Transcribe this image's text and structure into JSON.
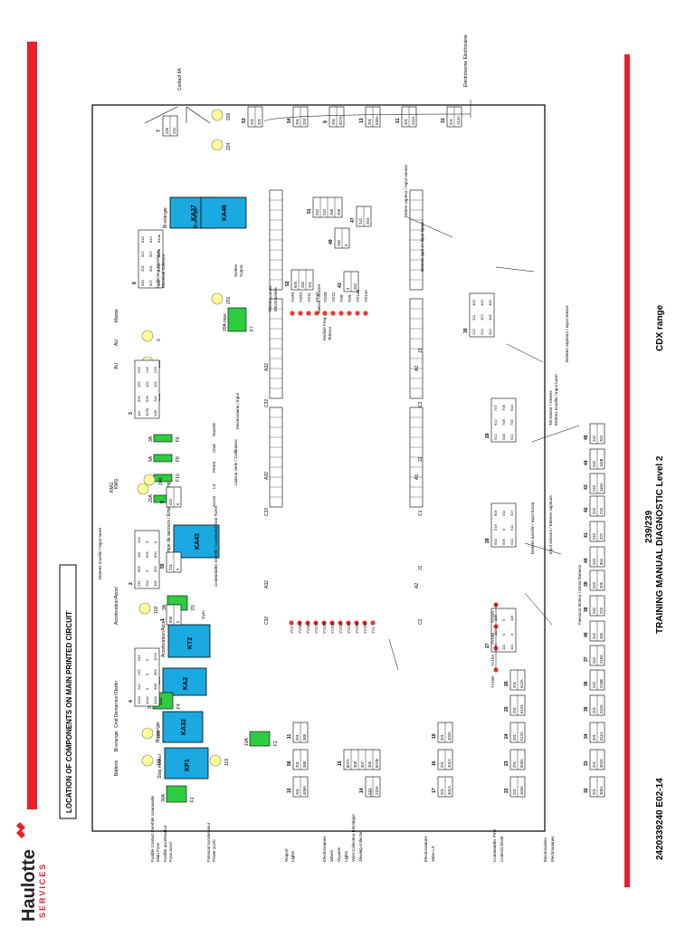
{
  "doc": {
    "title": "LOCATION OF COMPONENTS ON MAIN PRINTED CIRCUIT",
    "page": "239/239",
    "manual": "TRAINING MANUAL DIAGNOSTIC Level 2",
    "ref": "2420339240 E02-14",
    "range": "CDX range",
    "logo_main": "Haulotte",
    "logo_sub": "SERVICES"
  },
  "colors": {
    "accent_red": "#e8202a",
    "relay_blue": "#1aa9e0",
    "fuse_green": "#2ecc40",
    "led_yellow": "#ffff99",
    "led_red": "#e53935"
  },
  "relays": [
    {
      "id": "KP1",
      "title": "Stop moteur"
    },
    {
      "id": "KA2",
      "title": "Demarreur/Starter"
    },
    {
      "id": "KA32",
      "title": "Bi-energie"
    },
    {
      "id": "KT2",
      "title": "Accelerateur/Accel"
    },
    {
      "id": "KA43",
      "title": "Pompe de secours / Emergency pump"
    },
    {
      "id": "KA37",
      "title": "Bi-energie"
    },
    {
      "id": "KA46",
      "title": "Bi-energie"
    }
  ],
  "fuses": [
    {
      "id": "F1",
      "rating": "30A"
    },
    {
      "id": "F4",
      "rating": "30A"
    },
    {
      "id": "F5",
      "rating": "3A"
    },
    {
      "id": "F1",
      "rating": "10A"
    },
    {
      "id": "F9",
      "rating": "20A"
    },
    {
      "id": "F10",
      "rating": "3A"
    },
    {
      "id": "F8",
      "rating": "5A"
    },
    {
      "id": "F6",
      "rating": "3A"
    },
    {
      "id": "F7",
      "rating": "20A max"
    }
  ],
  "leds": [
    "101",
    "106",
    "120",
    "103",
    "119",
    "118",
    "102",
    "215",
    "0",
    "240",
    "600",
    "201",
    "224",
    "226",
    "KMG"
  ],
  "top_labels": [
    "Batterie",
    "Bi-energie",
    "Cmd Demarreur/Starter",
    "Accelerateur/Accel",
    "Masse",
    "AU",
    "AU",
    "KMG",
    "Contact 6A",
    "Electrovanne Electrovalve"
  ],
  "left_labels": [
    "Fusible Contact Cerebite commande",
    "Main Fuse",
    "Fusible accelerateur",
    "Fuse accel",
    "Fulesoal Accelerateur",
    "Power accel",
    "Vraport",
    "Lights",
    "Electrovannes",
    "Valves",
    "Voyants",
    "Lights",
    "Volet Collecteur Electrique",
    "Slewing collector",
    "Electrovannes",
    "Valve LS",
    "Commandes PVG",
    "Controls block",
    "Electrovalves",
    "Electrovannes"
  ],
  "connectors": [
    {
      "id": "10",
      "pins": [
        "201",
        "408A"
      ]
    },
    {
      "id": "56",
      "pins": [
        "201",
        "388"
      ]
    },
    {
      "id": "11",
      "pins": [
        "201",
        "389"
      ]
    },
    {
      "id": "14",
      "pins": [
        "242",
        "210A"
      ]
    },
    {
      "id": "15",
      "pins": [
        "807A",
        "308",
        "307",
        "306",
        "807B"
      ]
    },
    {
      "id": "17",
      "pins": [
        "201",
        "401A"
      ]
    },
    {
      "id": "16",
      "pins": [
        "201",
        "401A"
      ]
    },
    {
      "id": "19",
      "pins": [
        "201",
        "402A"
      ]
    },
    {
      "id": "22",
      "pins": [
        "201",
        "403A"
      ]
    },
    {
      "id": "23",
      "pins": [
        "201",
        "505A"
      ]
    },
    {
      "id": "24",
      "pins": [
        "201",
        "512A"
      ]
    },
    {
      "id": "25",
      "pins": [
        "201",
        "612A"
      ]
    },
    {
      "id": "26",
      "pins": [
        "201",
        "612A"
      ]
    },
    {
      "id": "32",
      "pins": [
        "201",
        "306A"
      ]
    },
    {
      "id": "33",
      "pins": [
        "201",
        "304A"
      ]
    },
    {
      "id": "34",
      "pins": [
        "201",
        "311A"
      ]
    },
    {
      "id": "35",
      "pins": [
        "201",
        "310A"
      ]
    },
    {
      "id": "36",
      "pins": [
        "242",
        "218B"
      ]
    },
    {
      "id": "37",
      "pins": [
        "242",
        "218A"
      ]
    },
    {
      "id": "46",
      "pins": [
        "242",
        "250"
      ]
    },
    {
      "id": "38",
      "pins": [
        "242",
        "222"
      ]
    },
    {
      "id": "39",
      "pins": [
        "242",
        "206"
      ]
    },
    {
      "id": "40",
      "pins": [
        "242",
        "904"
      ]
    },
    {
      "id": "41",
      "pins": [
        "242",
        "207"
      ]
    },
    {
      "id": "42",
      "pins": [
        "242",
        "232"
      ]
    },
    {
      "id": "43",
      "pins": [
        "242",
        "115A"
      ]
    },
    {
      "id": "44",
      "pins": [
        "242",
        "115B"
      ]
    },
    {
      "id": "45",
      "pins": [
        "242",
        "204"
      ]
    },
    {
      "id": "53",
      "pins": [
        "201",
        "201"
      ]
    },
    {
      "id": "54",
      "pins": [
        "201",
        "203"
      ]
    },
    {
      "id": "9",
      "pins": [
        "201",
        "927A"
      ]
    },
    {
      "id": "13",
      "pins": [
        "201",
        "930A"
      ]
    },
    {
      "id": "21",
      "pins": [
        "201",
        "411A"
      ]
    },
    {
      "id": "31",
      "pins": [
        "201",
        "414A"
      ]
    },
    {
      "id": "7",
      "pins": [
        "226",
        "224"
      ]
    },
    {
      "id": "1",
      "pins": [
        "608",
        "0"
      ]
    },
    {
      "id": "55",
      "pins": [
        "241",
        "0"
      ]
    },
    {
      "id": "5",
      "pins": [
        "422",
        "0"
      ]
    },
    {
      "id": "52",
      "pins": [
        "606",
        "260",
        "201"
      ]
    },
    {
      "id": "43",
      "pins": [
        "0",
        "262"
      ]
    },
    {
      "id": "49",
      "pins": [
        "250",
        "0"
      ]
    },
    {
      "id": "51",
      "pins": [
        "242",
        "220",
        "258",
        "259"
      ]
    },
    {
      "id": "47",
      "pins": [
        "242",
        "253"
      ]
    }
  ],
  "blocks": [
    {
      "id": "27",
      "cells": [
        "109",
        "112",
        "108",
        "110",
        "0",
        "0",
        "111",
        "0",
        "116"
      ]
    },
    {
      "id": "28",
      "cells": [
        "504",
        "516",
        "605",
        "506",
        "0",
        "511",
        "510",
        "611",
        "517"
      ]
    },
    {
      "id": "29",
      "cells": [
        "512",
        "612",
        "707",
        "508",
        "708",
        "708",
        "511",
        "705",
        "604"
      ]
    },
    {
      "id": "30",
      "cells": [
        "213",
        "311",
        "403",
        "214",
        "422",
        "410",
        "310",
        "401",
        "409"
      ]
    },
    {
      "id": "3",
      "cells": [
        "111",
        "925",
        "102",
        "215",
        "117B",
        "926",
        "102",
        "215",
        "208",
        "242",
        "102",
        "215"
      ]
    },
    {
      "id": "8",
      "cells": [
        "600",
        "201",
        "907",
        "818",
        "607",
        "601",
        "907",
        "813",
        "300",
        "814C",
        "814B",
        "814A"
      ]
    },
    {
      "id": "2",
      "cells": [
        "242",
        "905",
        "115",
        "216",
        "200",
        "0",
        "905",
        "0",
        "106",
        "303",
        "600",
        "0"
      ]
    },
    {
      "id": "4",
      "cells": [
        "112A",
        "242",
        "215",
        "241",
        "111A",
        "0",
        "0",
        "0",
        "110A",
        "408",
        "403",
        "117A"
      ]
    }
  ],
  "functions": [
    "Entrees tourelle / Input turret",
    "Commandes tourelle / Command from Turret",
    "Gyro",
    "Acces",
    "LS",
    "Permt",
    "Cmd",
    "Nacelle",
    "Liaison serie / Calibrateur",
    "Electrovannes",
    "Electrovalves",
    "Module Freq",
    "Telesco",
    "Sorties",
    "Output",
    "Collecteur Electrique",
    "Electrical Collector",
    "Entrees capteurs / Input sensor",
    "Entrees nacelle / Input boom",
    "Entree capteur / Input sensor",
    "Entrees type 2 / input type2",
    "Tilt sensor / Devers",
    "Entrees tourelle / input turret",
    "Falesous Moteur / Motor harness",
    "Input sensors / Entrees capteurs",
    "Maison / Buzzer",
    "Electrovanne / Input"
  ],
  "yv_labels": [
    "YV20",
    "YV2A",
    "YV11",
    "YV10",
    "YV2B",
    "YV12",
    "YV8",
    "YV9",
    "YV14B",
    "YV14A"
  ],
  "yv_left": [
    "YV3",
    "YV18B",
    "YV18A",
    "YV17A",
    "YV12B",
    "YV21B",
    "YV21A",
    "YV13A",
    "YV22B",
    "YV22A",
    "YV1"
  ],
  "yv_bottom": [
    "YV16B",
    "YV16A",
    "YV15B",
    "YV15A"
  ],
  "j_connectors": [
    "C32",
    "A32",
    "A2",
    "J1",
    "C2",
    "C32",
    "A32",
    "A1",
    "J2",
    "C1",
    "C32",
    "A32",
    "A2",
    "J3",
    "C2"
  ]
}
